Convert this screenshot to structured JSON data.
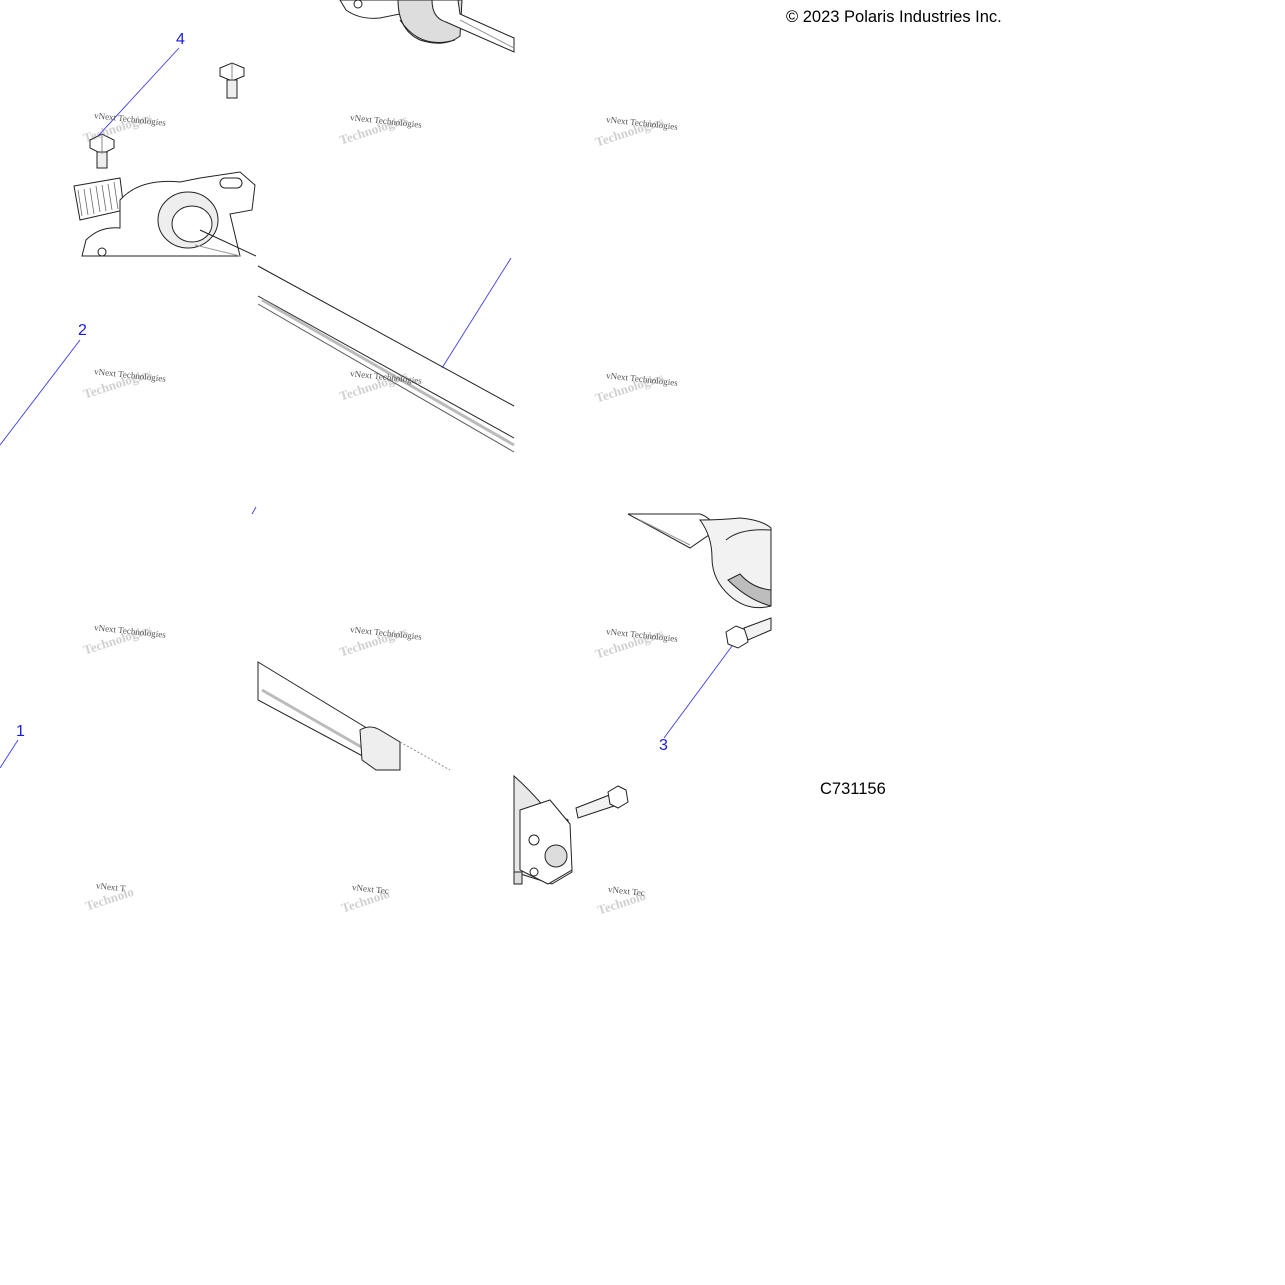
{
  "diagram": {
    "copyright": "© 2023 Polaris Industries Inc.",
    "part_code": "C731156",
    "callouts": [
      {
        "id": "4",
        "label": "4"
      },
      {
        "id": "2",
        "label": "2"
      },
      {
        "id": "1",
        "label": "1"
      },
      {
        "id": "3",
        "label": "3"
      }
    ],
    "watermark": {
      "line1": "vNext Technologies",
      "line2": "Technologies",
      "line1_short": "vNext Tec",
      "line1_tiny": "vNext T"
    },
    "colors": {
      "callout": "#1a1adc",
      "leader": "#3a3aee",
      "outline": "#222222",
      "shade": "#bdbdbd"
    }
  }
}
